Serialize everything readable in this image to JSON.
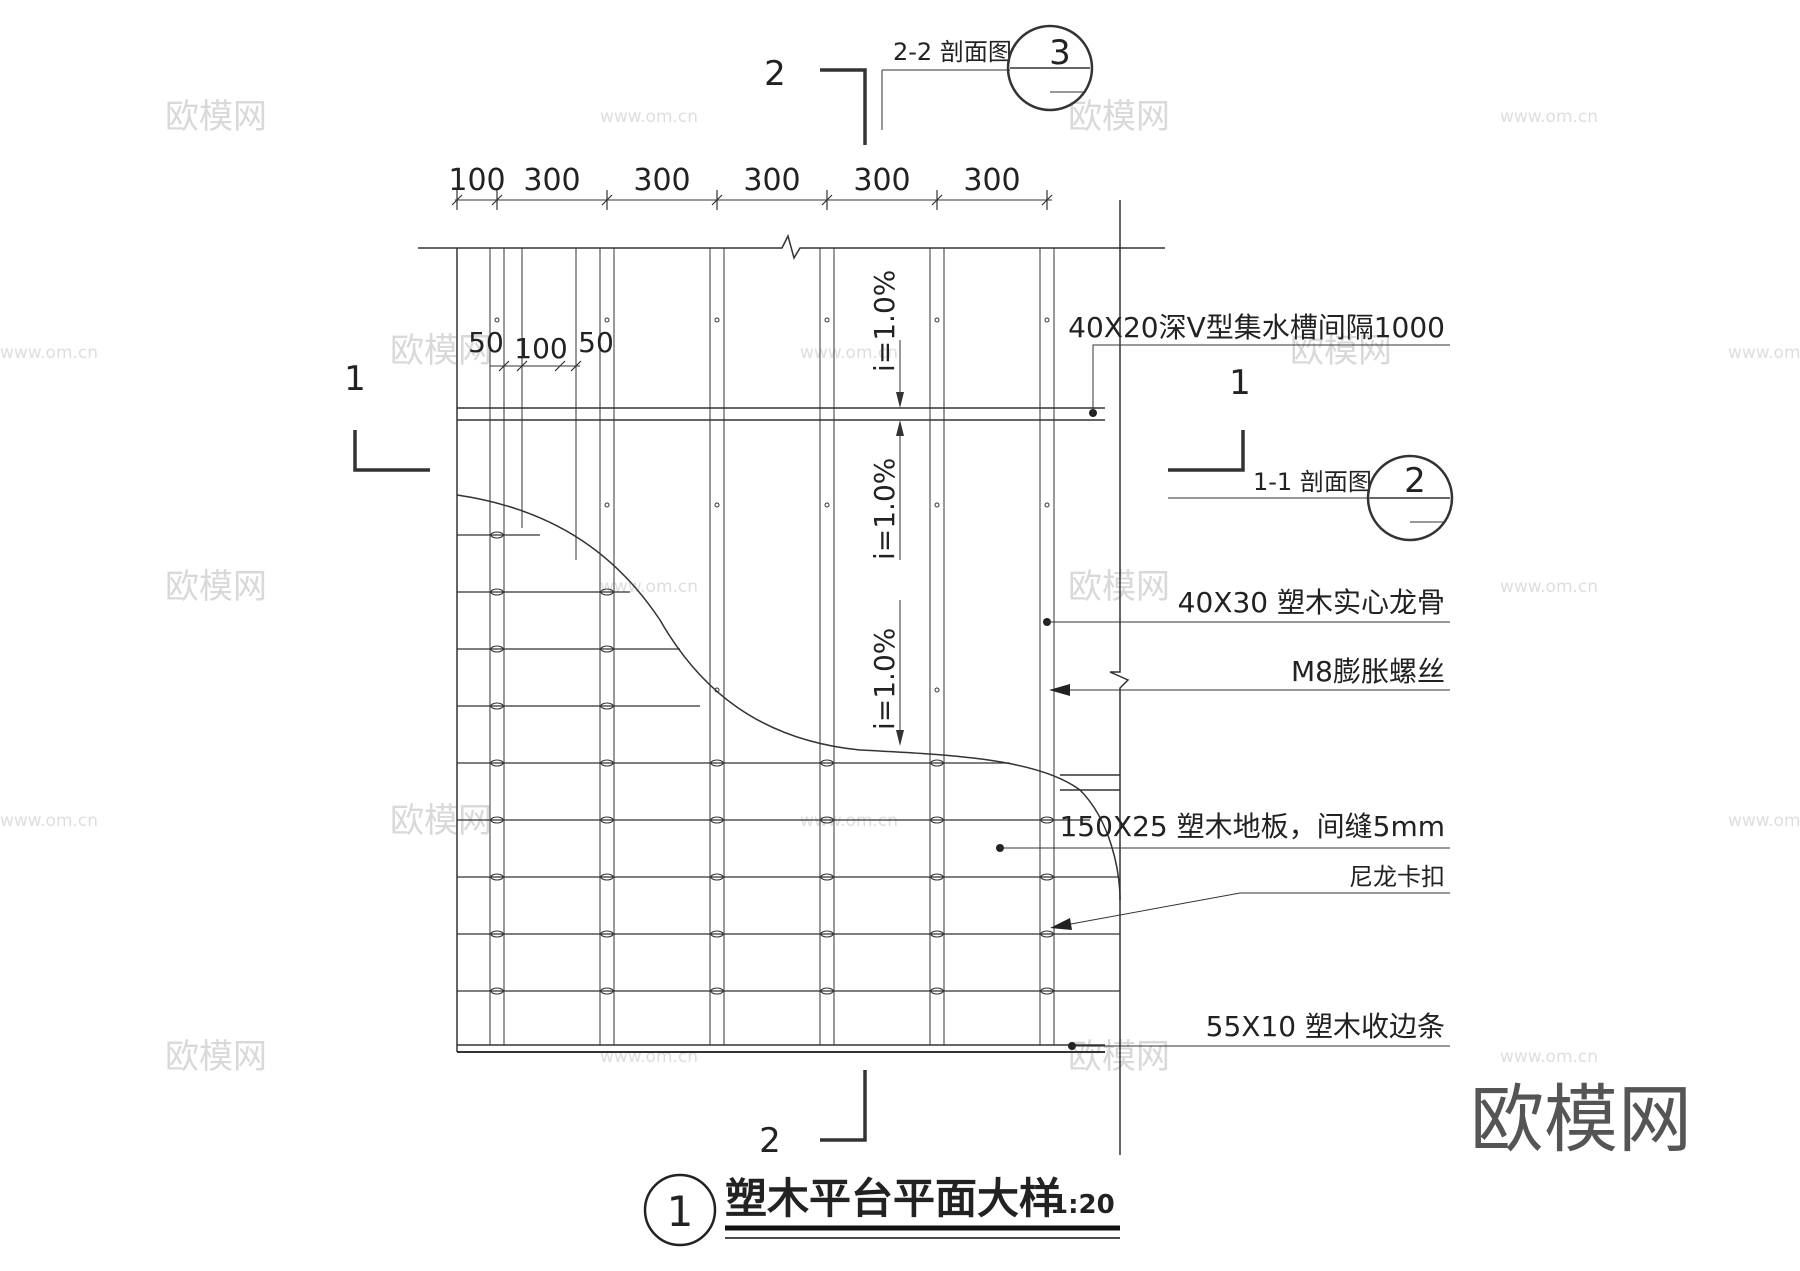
{
  "title": {
    "circle_number": "1",
    "text": "塑木平台平面大样",
    "scale": "1:20"
  },
  "top_dimensions": [
    "100",
    "300",
    "300",
    "300",
    "300",
    "300"
  ],
  "inner_dimensions": [
    "50",
    "100",
    "50"
  ],
  "section_marks": {
    "top": "2",
    "bottom": "2",
    "left": "1",
    "right": "1",
    "callout_22": {
      "label": "2-2 剖面图",
      "number": "3"
    },
    "callout_11": {
      "label": "1-1 剖面图",
      "number": "2"
    }
  },
  "slopes": [
    "i=1.0%",
    "i=1.0%",
    "i=1.0%"
  ],
  "annotations": [
    "40X20深V型集水槽间隔1000",
    "40X30 塑木实心龙骨",
    "M8膨胀螺丝",
    "150X25 塑木地板，间缝5mm",
    "尼龙卡扣",
    "55X10 塑木收边条"
  ],
  "watermark": {
    "logo": "欧模网",
    "url": "www.om.cn"
  }
}
